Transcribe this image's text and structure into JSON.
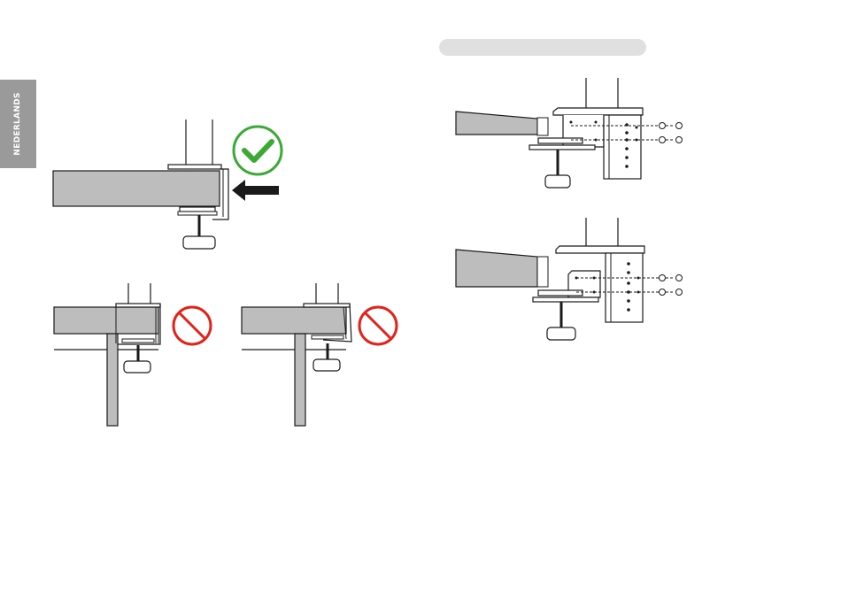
{
  "sidebar": {
    "language_tab": "NEDERLANDS"
  },
  "colors": {
    "tab_background": "#9a9a9a",
    "pill_background": "#e0e0e0",
    "desk_fill": "#bdbdbd",
    "clamp_fill": "#ffffff",
    "line": "#1a1a1a",
    "correct_green": "#3aaa35",
    "prohibited_red": "#e32219",
    "arrow": "#1a1a1a"
  },
  "icons": {
    "correct": "check-circle-icon",
    "incorrect": "prohibited-icon",
    "direction": "arrow-left-icon"
  },
  "figures": [
    {
      "id": "correct-placement",
      "status": "correct"
    },
    {
      "id": "incorrect-placement-gap",
      "status": "incorrect"
    },
    {
      "id": "incorrect-placement-tilted",
      "status": "incorrect"
    },
    {
      "id": "bracket-assembly-position-1",
      "screws": 4
    },
    {
      "id": "bracket-assembly-position-2",
      "screws": 4
    }
  ]
}
